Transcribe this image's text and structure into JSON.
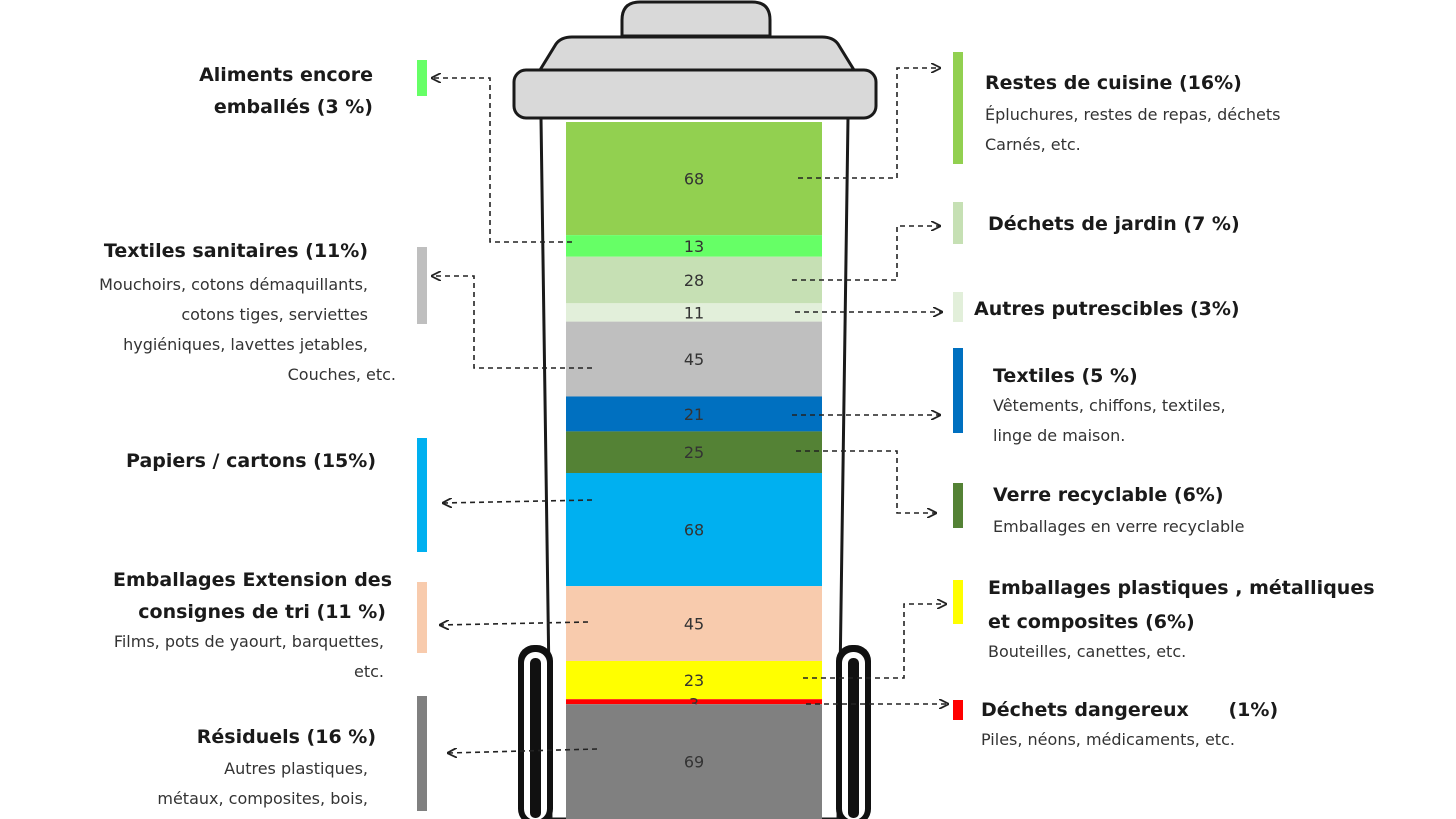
{
  "bin": {
    "segments": [
      {
        "value": 68,
        "label": "68",
        "color": "#92d050"
      },
      {
        "value": 13,
        "label": "13",
        "color": "#66ff66"
      },
      {
        "value": 28,
        "label": "28",
        "color": "#c6e0b4"
      },
      {
        "value": 11,
        "label": "11",
        "color": "#e2efda"
      },
      {
        "value": 45,
        "label": "45",
        "color": "#bfbfbf"
      },
      {
        "value": 21,
        "label": "21",
        "color": "#0070c0"
      },
      {
        "value": 25,
        "label": "25",
        "color": "#548235"
      },
      {
        "value": 68,
        "label": "68",
        "color": "#00b0f0"
      },
      {
        "value": 45,
        "label": "45",
        "color": "#f8cbad"
      },
      {
        "value": 23,
        "label": "23",
        "color": "#ffff00"
      },
      {
        "value": 3,
        "label": "3",
        "color": "#ff0000"
      },
      {
        "value": 69,
        "label": "69",
        "color": "#808080"
      }
    ]
  },
  "left": [
    {
      "id": "aliments",
      "title_lines": [
        "Aliments encore",
        "emballés (3 %)"
      ],
      "sub_lines": [],
      "color": "#66ff66"
    },
    {
      "id": "textiles-sanitaires",
      "title_lines": [
        "Textiles sanitaires (11%)"
      ],
      "sub_lines": [
        "Mouchoirs, cotons démaquillants,",
        "cotons tiges, serviettes",
        "hygiéniques, lavettes jetables,",
        "Couches, etc."
      ],
      "color": "#bfbfbf"
    },
    {
      "id": "papiers",
      "title_lines": [
        "Papiers / cartons  (15%)"
      ],
      "sub_lines": [],
      "color": "#00b0f0"
    },
    {
      "id": "emballages-extension",
      "title_lines": [
        "Emballages Extension  des",
        "consignes de tri (11 %)"
      ],
      "sub_lines": [
        "Films, pots de yaourt, barquettes,",
        "etc."
      ],
      "color": "#f8cbad"
    },
    {
      "id": "residuels",
      "title_lines": [
        "Résiduels (16 %)"
      ],
      "sub_lines": [
        "Autres plastiques,",
        "métaux, composites, bois,"
      ],
      "color": "#808080"
    }
  ],
  "right": [
    {
      "id": "restes-cuisine",
      "title_lines": [
        "Restes de cuisine  (16%)"
      ],
      "sub_lines": [
        "Épluchures, restes de repas, déchets",
        "Carnés, etc."
      ],
      "color": "#92d050"
    },
    {
      "id": "jardin",
      "title_lines": [
        "Déchets de jardin (7 %)"
      ],
      "sub_lines": [],
      "color": "#c6e0b4"
    },
    {
      "id": "autres-putrescibles",
      "title_lines": [
        "Autres  putrescibles  (3%)"
      ],
      "sub_lines": [],
      "color": "#e2efda"
    },
    {
      "id": "textiles",
      "title_lines": [
        "Textiles (5 %)"
      ],
      "sub_lines": [
        "Vêtements, chiffons, textiles,",
        "linge de maison."
      ],
      "color": "#0070c0"
    },
    {
      "id": "verre",
      "title_lines": [
        "Verre recyclable  (6%)"
      ],
      "sub_lines": [
        "Emballages en verre recyclable"
      ],
      "color": "#548235"
    },
    {
      "id": "plastiques",
      "title_lines": [
        "Emballages plastiques , métalliques",
        "et composites  (6%)"
      ],
      "sub_lines": [
        "Bouteilles, canettes, etc."
      ],
      "color": "#ffff00"
    },
    {
      "id": "dangereux",
      "title_lines": [
        "Déchets dangereux      (1%)"
      ],
      "sub_lines": [
        "Piles, néons, médicaments, etc."
      ],
      "color": "#ff0000"
    }
  ]
}
